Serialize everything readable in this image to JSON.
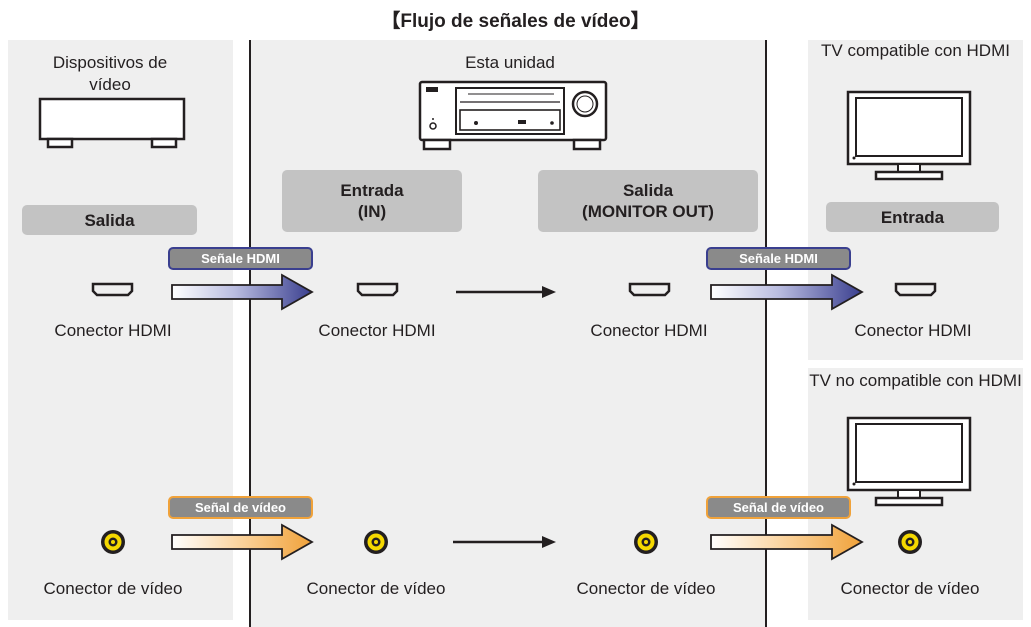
{
  "title": "【Flujo de señales de vídeo】",
  "columns": {
    "source": {
      "label": "Dispositivos de vídeo",
      "role": "Salida",
      "icon": "video-device-icon"
    },
    "unit": {
      "label": "Esta unidad",
      "role_in": "Entrada\n(IN)",
      "role_out": "Salida\n(MONITOR OUT)",
      "icon": "av-receiver-icon"
    },
    "tv_hdmi": {
      "label": "TV compatible con HDMI",
      "role": "Entrada",
      "icon": "tv-icon"
    },
    "tv_nonhdmi": {
      "label": "TV no compatible con HDMI",
      "icon": "tv-icon"
    }
  },
  "connectors": {
    "hdmi": "Conector HDMI",
    "video": "Conector de vídeo"
  },
  "signals": {
    "hdmi": "Señale HDMI",
    "video": "Señal de vídeo"
  },
  "colors": {
    "panel": "#efefef",
    "pill": "#c3c3c3",
    "hdmi_arrow_dark": "#3a3f8f",
    "video_arrow_dark": "#f0a23a",
    "video_jack": "#f5d800"
  }
}
